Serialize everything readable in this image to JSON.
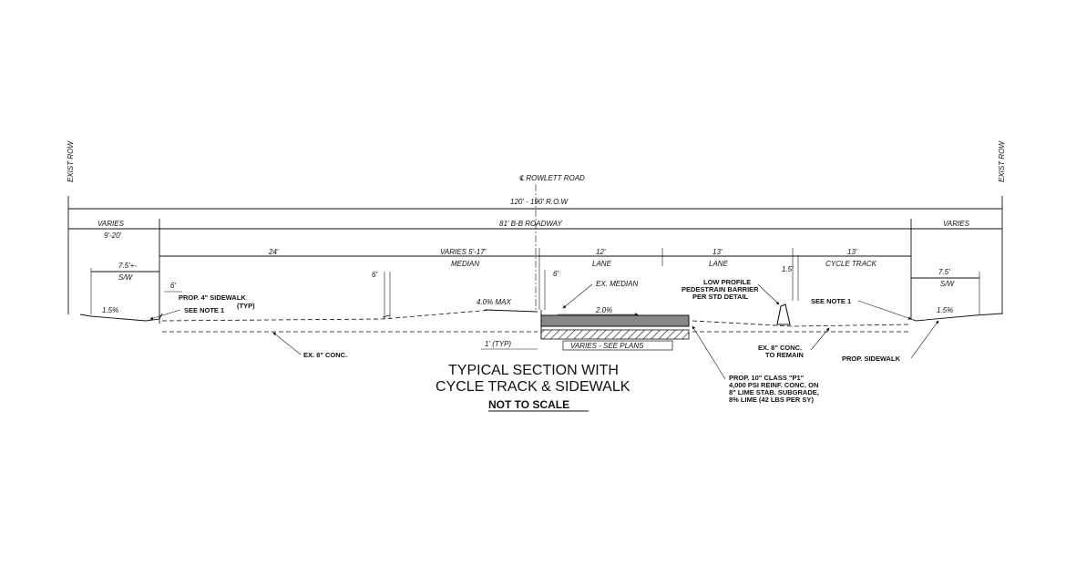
{
  "labels": {
    "exist_row": "EXIST ROW",
    "centerline_road": "℄ ROWLETT ROAD",
    "row_width": "120' - 190' R.O.W",
    "roadway": "81' B-B ROADWAY",
    "varies_left": "VARIES",
    "varies_left_range": "9'-20'",
    "varies_right": "VARIES",
    "dim_24": "24'",
    "median_varies": "VARIES 5'-17'",
    "median": "MEDIAN",
    "lane12": "12'",
    "lane_label1": "LANE",
    "lane13": "13'",
    "lane_label2": "LANE",
    "dim_1_5": "1.5'",
    "cycle13": "13'",
    "cycle_track": "CYCLE TRACK",
    "sw_left_width": "7.5'+-",
    "sw_left": "S/W",
    "sw_right_width": "7.5'",
    "sw_right": "S/W",
    "six_a": "6'",
    "six_b": "6'",
    "six_c": "6'",
    "slope_left": "1.5%",
    "slope_right": "1.5%",
    "max_slope": "4.0% MAX",
    "slope_mid": "2.0%",
    "one_typ": "1' (TYP)",
    "varies_plans": "VARIES - SEE PLANS"
  },
  "notes": {
    "prop_sidewalk": "PROP. 4\" SIDEWALK",
    "prop_sidewalk_typ": "(TYP)",
    "see_note_left": "SEE NOTE 1",
    "ex_conc_left": "EX. 8\" CONC.",
    "ex_median": "EX. MEDIAN",
    "barrier1": "LOW PROFILE",
    "barrier2": "PEDESTRAIN BARRIER",
    "barrier3": "PER STD DETAIL",
    "see_note_right": "SEE NOTE 1",
    "ex_conc_remain1": "EX. 8\" CONC.",
    "ex_conc_remain2": "TO REMAIN",
    "prop_sidewalk_right": "PROP. SIDEWALK",
    "pave1": "PROP. 10\" CLASS \"P1\"",
    "pave2": "4,000 PSI REINF. CONC. ON",
    "pave3": "8\" LIME STAB. SUBGRADE,",
    "pave4": "8% LIME (42 LBS PER SY)"
  },
  "title": {
    "line1": "TYPICAL SECTION WITH",
    "line2": "CYCLE TRACK & SIDEWALK",
    "scale": "NOT TO SCALE"
  }
}
